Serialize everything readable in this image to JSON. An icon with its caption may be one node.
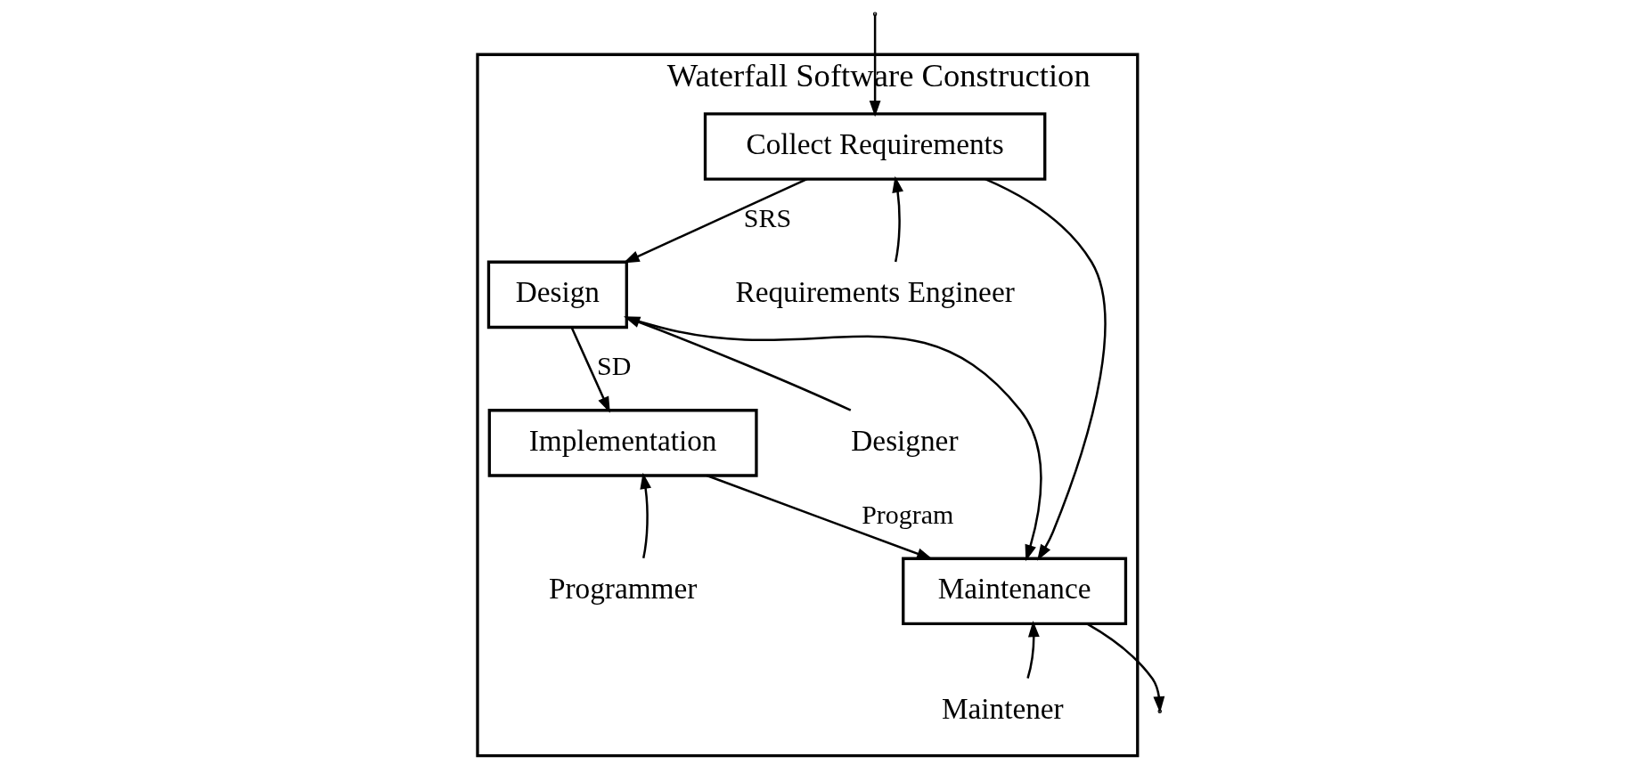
{
  "diagram": {
    "nodes": [
      {
        "text": [
          "Waterfall Software Construction"
        ]
      },
      {
        "text": [
          "Collect Requirements"
        ],
        "in": 0
      },
      {
        "text": [
          "Design"
        ],
        "in": 0
      },
      {
        "text": [
          "Requirements Engineer"
        ],
        "in": 0
      },
      {
        "text": [
          "Implementation"
        ],
        "in": 0
      },
      {
        "text": [
          "Designer"
        ],
        "in": 0
      },
      {
        "text": [
          "Maintenance"
        ],
        "in": 0
      },
      {
        "text": [
          "Programmer"
        ],
        "in": 0
      },
      {
        "text": [
          "Maintener"
        ],
        "in": 0
      }
    ],
    "edges": [
      {
        "from": null,
        "to": 1,
        "arrow": "to"
      },
      {
        "from": 1,
        "to": 2,
        "arrow": "to",
        "label": "SRS"
      },
      {
        "from": 1,
        "to": 6,
        "arrow": "to"
      },
      {
        "from": 3,
        "to": 1,
        "arrow": "to"
      },
      {
        "from": 2,
        "to": 4,
        "arrow": "to",
        "label": "SD"
      },
      {
        "from": 2,
        "to": 6,
        "arrow": "to"
      },
      {
        "from": 5,
        "to": 2,
        "arrow": "to"
      },
      {
        "from": 4,
        "to": 6,
        "arrow": "to",
        "label": "Program"
      },
      {
        "from": 7,
        "to": 4,
        "arrow": "to"
      },
      {
        "from": 6,
        "to": null,
        "arrow": "to"
      },
      {
        "from": 8,
        "to": 6,
        "arrow": "to"
      }
    ]
  }
}
